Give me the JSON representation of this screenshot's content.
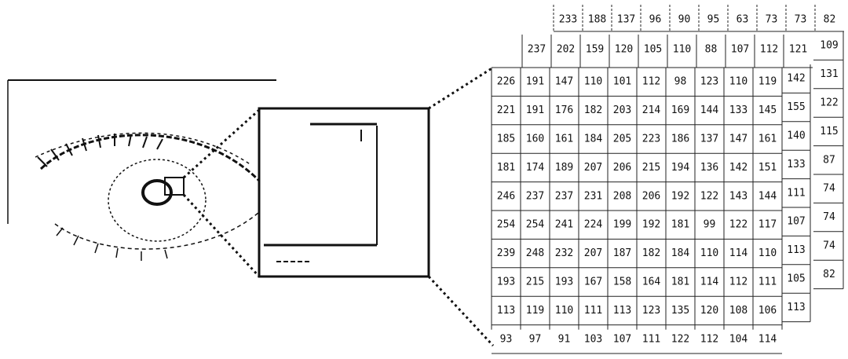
{
  "pixel_grid": {
    "main_rows": [
      [
        226,
        191,
        147,
        110,
        101,
        112,
        98,
        123,
        110,
        119
      ],
      [
        221,
        191,
        176,
        182,
        203,
        214,
        169,
        144,
        133,
        145
      ],
      [
        185,
        160,
        161,
        184,
        205,
        223,
        186,
        137,
        147,
        161
      ],
      [
        181,
        174,
        189,
        207,
        206,
        215,
        194,
        136,
        142,
        151
      ],
      [
        246,
        237,
        237,
        231,
        208,
        206,
        192,
        122,
        143,
        144
      ],
      [
        254,
        254,
        241,
        224,
        199,
        192,
        181,
        99,
        122,
        117
      ],
      [
        239,
        248,
        232,
        207,
        187,
        182,
        184,
        110,
        114,
        110
      ],
      [
        193,
        215,
        193,
        167,
        158,
        164,
        181,
        114,
        112,
        111
      ],
      [
        113,
        119,
        110,
        111,
        113,
        123,
        135,
        120,
        108,
        106
      ],
      [
        93,
        97,
        91,
        103,
        107,
        111,
        122,
        112,
        104,
        114
      ]
    ],
    "back_row_1": [
      237,
      202,
      159,
      120,
      105,
      110,
      88,
      107,
      112,
      121
    ],
    "back_row_2": [
      233,
      188,
      137,
      96,
      90,
      95,
      63,
      73,
      73,
      82
    ],
    "side_col_1": [
      142,
      155,
      140,
      133,
      111,
      107,
      113,
      105,
      113
    ],
    "side_col_2": [
      109,
      131,
      122,
      115,
      87,
      74,
      74,
      74,
      82
    ]
  }
}
